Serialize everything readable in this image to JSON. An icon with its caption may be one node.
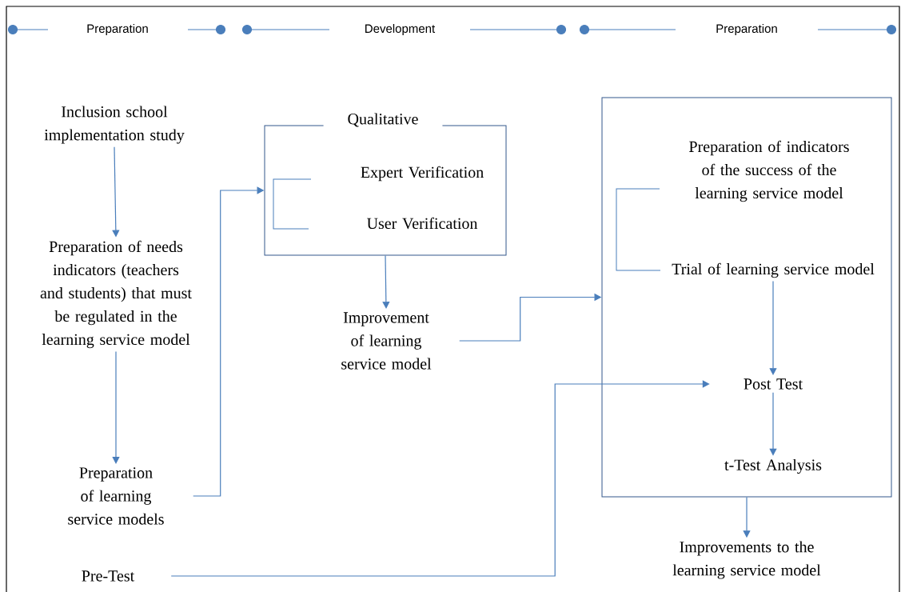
{
  "diagram": {
    "nodes": [
      {
        "text": [
          "Inclusion school implementation study"
        ]
      },
      {
        "text": [
          "Preparation of needs indicators (teachers and students) that must be regulated in the learning service model"
        ]
      },
      {
        "text": [
          "Preparation of learning service models"
        ]
      },
      {
        "text": [
          "Pre-Test"
        ]
      },
      {
        "text": [
          "Qualitative"
        ]
      },
      {
        "text": [
          "Expert Verification"
        ],
        "in": 4
      },
      {
        "text": [
          "User Verification"
        ],
        "in": 4
      },
      {
        "text": [
          "Improvement of learning service model"
        ]
      },
      {
        "text": [],
        "shape": "box"
      },
      {
        "text": [
          "Preparation of indicators of the success of the learning service model"
        ],
        "in": 8
      },
      {
        "text": [
          "Trial of learning service model"
        ],
        "in": 8
      },
      {
        "text": [
          "Post Test"
        ],
        "in": 8
      },
      {
        "text": [
          "t-Test Analysis"
        ],
        "in": 8
      },
      {
        "text": [
          "Improvements to the learning service model"
        ]
      }
    ],
    "edges": [
      {
        "from": 0,
        "to": 1,
        "arrow": "to"
      },
      {
        "from": 1,
        "to": 2,
        "arrow": "to"
      },
      {
        "from": 2,
        "to": 4,
        "arrow": "to"
      },
      {
        "from": 4,
        "to": 7,
        "arrow": "to"
      },
      {
        "from": 7,
        "to": 8,
        "arrow": "to"
      },
      {
        "from": 10,
        "to": 11,
        "arrow": "to"
      },
      {
        "from": 11,
        "to": 12,
        "arrow": "to"
      },
      {
        "from": 8,
        "to": 13,
        "arrow": "to"
      },
      {
        "from": 3,
        "to": 11,
        "arrow": "to"
      }
    ],
    "labels": [
      "Preparation",
      "Development",
      "Preparation"
    ]
  }
}
